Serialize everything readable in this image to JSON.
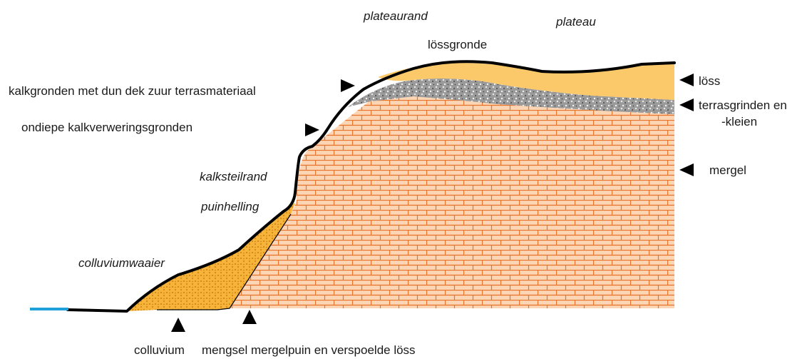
{
  "labels": {
    "plateaurand": "plateaurand",
    "plateau": "plateau",
    "lossgronde": "lössgronde",
    "kalkgronden": "kalkgronden met dun dek zuur terrasmateriaal",
    "ondiepe": "ondiepe kalkverweringsgronden",
    "kalksteilrand": "kalksteilrand",
    "puinhelling": "puinhelling",
    "colluviumwaaier": "colluviumwaaier",
    "loss": "löss",
    "terras_line1": "terrasgrinden en",
    "terras_line2": "-kleien",
    "mergel": "mergel",
    "colluvium": "colluvium",
    "mengsel": "mengsel mergelpuin en verspoelde löss"
  },
  "colors": {
    "loss_fill": "#fcc96a",
    "mergel_fill": "#fbd5b4",
    "brick_line": "#e8742b",
    "colluvium_fill": "#f6b53a",
    "colluvium_dot": "#d98a1b",
    "gravel_base": "#9a9a9a",
    "surface": "#000000",
    "water": "#1ea0d8"
  }
}
